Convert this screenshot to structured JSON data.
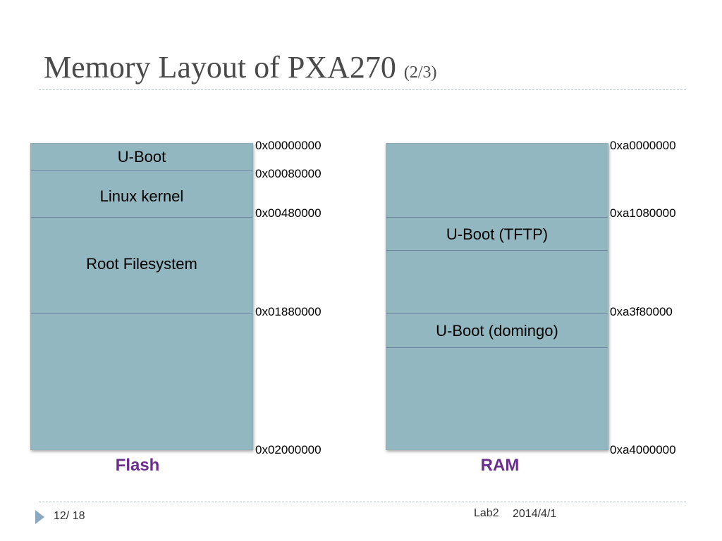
{
  "slide": {
    "title": "Memory Layout of PXA270",
    "title_suffix": "(2/3)"
  },
  "flash": {
    "label": "Flash",
    "regions": [
      "U-Boot",
      "Linux kernel",
      "Root Filesystem"
    ],
    "addresses": [
      "0x00000000",
      "0x00080000",
      "0x00480000",
      "0x01880000",
      "0x02000000"
    ]
  },
  "ram": {
    "label": "RAM",
    "regions": [
      "U-Boot (TFTP)",
      "U-Boot (domingo)"
    ],
    "addresses": [
      "0xa0000000",
      "0xa1080000",
      "0xa3f80000",
      "0xa4000000"
    ]
  },
  "footer": {
    "page": "12/ 18",
    "course": "Lab2",
    "date": "2014/4/1"
  },
  "colors": {
    "block_fill": "#93b7c0",
    "divider": "#6f86a3",
    "label_purple": "#6a2e8f"
  }
}
